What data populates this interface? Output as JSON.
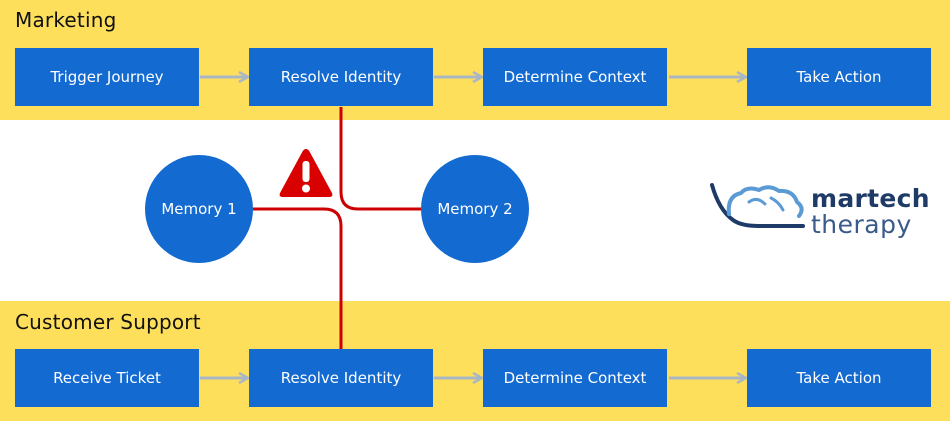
{
  "marketing": {
    "title": "Marketing",
    "steps": [
      "Trigger Journey",
      "Resolve Identity",
      "Determine Context",
      "Take Action"
    ]
  },
  "support": {
    "title": "Customer Support",
    "steps": [
      "Receive Ticket",
      "Resolve Identity",
      "Determine Context",
      "Take Action"
    ]
  },
  "memories": [
    "Memory 1",
    "Memory 2"
  ],
  "logo": {
    "line1": "martech",
    "line2": "therapy"
  },
  "colors": {
    "band": "#fddf5c",
    "box": "#136ad1",
    "conflict_line": "#cc0000",
    "arrow": "#a9b7c4",
    "warning": "#d90000"
  }
}
